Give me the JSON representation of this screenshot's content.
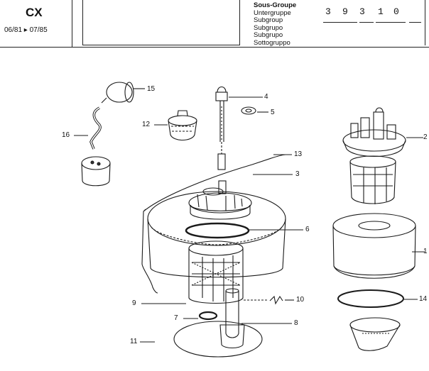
{
  "header": {
    "model": "CX",
    "date_range": "06/81 ▸ 07/85",
    "subgroup_labels": {
      "fr": "Sous-Groupe",
      "de": "Untergruppe",
      "en": "Subgroup",
      "es": "Subgrupo",
      "pt": "Subgrupo",
      "it": "Sottogruppo"
    },
    "subgroup_code": [
      "3",
      "9",
      "3",
      "1",
      "0"
    ]
  },
  "callouts": [
    "15",
    "4",
    "5",
    "12",
    "16",
    "13",
    "3",
    "2",
    "6",
    "1",
    "9",
    "10",
    "14",
    "7",
    "8",
    "11"
  ]
}
